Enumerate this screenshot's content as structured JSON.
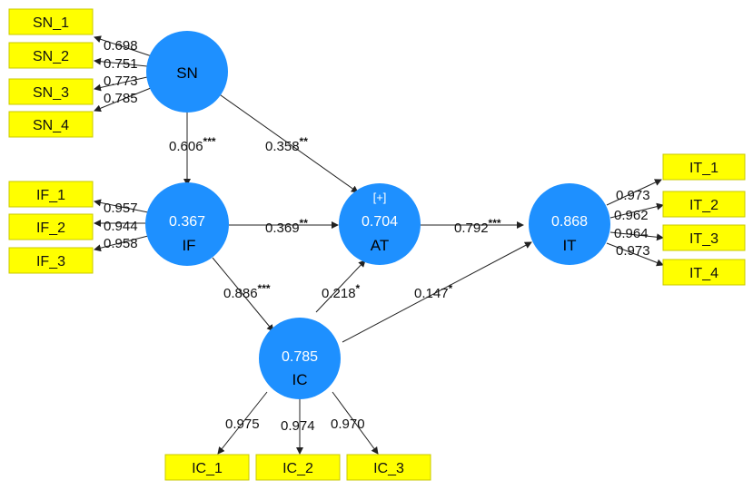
{
  "colors": {
    "latent_fill": "#1e90ff",
    "indicator_fill": "#ffff00",
    "indicator_stroke": "#c8c800",
    "arrow": "#222222"
  },
  "latents": {
    "SN": {
      "name": "SN",
      "r2": ""
    },
    "IF": {
      "name": "IF",
      "r2": "0.367"
    },
    "AT": {
      "name": "AT",
      "r2": "0.704",
      "badge": "[+]"
    },
    "IT": {
      "name": "IT",
      "r2": "0.868"
    },
    "IC": {
      "name": "IC",
      "r2": "0.785"
    }
  },
  "indicators": {
    "SN_1": "SN_1",
    "SN_2": "SN_2",
    "SN_3": "SN_3",
    "SN_4": "SN_4",
    "IF_1": "IF_1",
    "IF_2": "IF_2",
    "IF_3": "IF_3",
    "IT_1": "IT_1",
    "IT_2": "IT_2",
    "IT_3": "IT_3",
    "IT_4": "IT_4",
    "IC_1": "IC_1",
    "IC_2": "IC_2",
    "IC_3": "IC_3"
  },
  "loadings": {
    "SN_1": "0.698",
    "SN_2": "0.751",
    "SN_3": "0.773",
    "SN_4": "0.785",
    "IF_1": "0.957",
    "IF_2": "0.944",
    "IF_3": "0.958",
    "IT_1": "0.973",
    "IT_2": "0.962",
    "IT_3": "0.964",
    "IT_4": "0.973",
    "IC_1": "0.975",
    "IC_2": "0.974",
    "IC_3": "0.970"
  },
  "paths": {
    "SN_IF": {
      "coef": "0.606",
      "sig": "***"
    },
    "SN_AT": {
      "coef": "0.358",
      "sig": "**"
    },
    "IF_AT": {
      "coef": "0.369",
      "sig": "**"
    },
    "IF_IC": {
      "coef": "0.886",
      "sig": "***"
    },
    "IC_AT": {
      "coef": "0.218",
      "sig": "*"
    },
    "IC_IT": {
      "coef": "0.147",
      "sig": "*"
    },
    "AT_IT": {
      "coef": "0.792",
      "sig": "***"
    }
  }
}
